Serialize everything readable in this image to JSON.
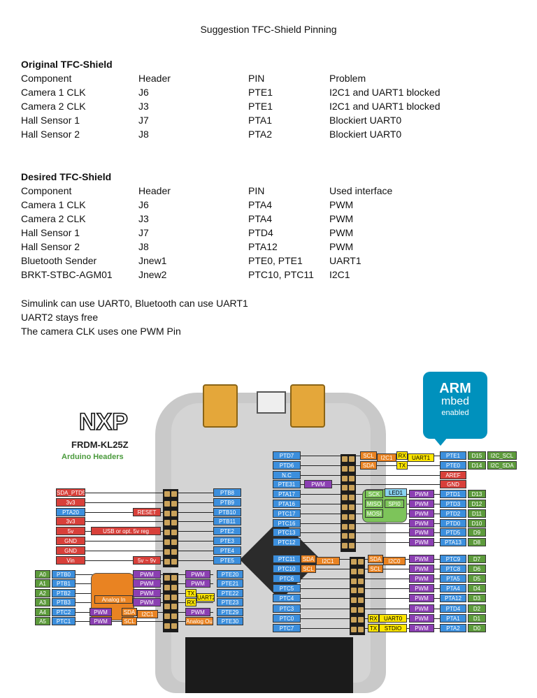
{
  "title": "Suggestion TFC-Shield Pinning",
  "original": {
    "heading": "Original TFC-Shield",
    "columns": [
      "Component",
      "Header",
      "PIN",
      "Problem"
    ],
    "rows": [
      [
        "Camera 1 CLK",
        "J6",
        "PTE1",
        "I2C1 and UART1 blocked"
      ],
      [
        "Camera 2 CLK",
        "J3",
        "PTE1",
        "I2C1 and UART1 blocked"
      ],
      [
        "Hall Sensor 1",
        "J7",
        "PTA1",
        "Blockiert UART0"
      ],
      [
        "Hall Sensor 2",
        "J8",
        "PTA2",
        "Blockiert UART0"
      ]
    ]
  },
  "desired": {
    "heading": "Desired TFC-Shield",
    "columns": [
      "Component",
      "Header",
      "PIN",
      "Used interface"
    ],
    "rows": [
      [
        "Camera 1 CLK",
        "J6",
        "PTA4",
        "PWM"
      ],
      [
        "Camera 2 CLK",
        "J3",
        "PTA4",
        "PWM"
      ],
      [
        "Hall Sensor 1",
        "J7",
        "PTD4",
        "PWM"
      ],
      [
        "Hall Sensor 2",
        "J8",
        "PTA12",
        "PWM"
      ],
      [
        "Bluetooth Sender",
        "Jnew1",
        "PTE0, PTE1",
        "UART1"
      ],
      [
        "BRKT-STBC-AGM01",
        "Jnew2",
        "PTC10, PTC11",
        "I2C1"
      ]
    ]
  },
  "notes": [
    "Simulink can use UART0, Bluetooth can use UART1",
    "UART2 stays free",
    "The camera CLK uses one PWM Pin"
  ],
  "figure": {
    "brand": "NXP",
    "board_name": "FRDM-KL25Z",
    "subtitle": "Arduino Headers",
    "arm_badge": [
      "ARM",
      "mbed",
      "enabled"
    ],
    "colors": {
      "pin": "#3c8fdd",
      "power": "#d8403a",
      "pwm": "#8b3fb2",
      "arduino": "#5d9b3c",
      "comm": "#e98322",
      "uart": "#ffe600"
    },
    "left_power": [
      "SDA_PTD5",
      "3v3",
      "PTA20",
      "3v3",
      "5v",
      "GND",
      "GND",
      "Vin"
    ],
    "left_power_notes": {
      "reset": "RESET",
      "usb": "USB or opt. 5v reg",
      "vin": "5v ~ 9v"
    },
    "analog_pins": [
      "A0",
      "A1",
      "A2",
      "A3",
      "A4",
      "A5"
    ],
    "analog_ports": [
      "PTB0",
      "PTB1",
      "PTB2",
      "PTB3",
      "PTC2",
      "PTC1"
    ],
    "analog_in": "Analog In",
    "pwm": "PWM",
    "sda": "SDA",
    "scl": "SCL",
    "i2c1": "I2C1",
    "i2c0": "I2C0",
    "tx": "TX",
    "rx": "RX",
    "uart2": "UART2",
    "inner_left": [
      "PTB8",
      "PTB9",
      "PTB10",
      "PTB11",
      "PTE2",
      "PTE3",
      "PTE4",
      "PTE5",
      "PTE20",
      "PTE21",
      "PTE22",
      "PTE23",
      "PTE29",
      "PTE30"
    ],
    "analog_out": "Analog Out",
    "inner_right_top": [
      "PTD7",
      "PTD6",
      "N.C",
      "PTE31",
      "PTA17",
      "PTA16",
      "PTC17",
      "PTC16",
      "PTC13",
      "PTC12"
    ],
    "inner_right_bottom": [
      "PTC11",
      "PTC10",
      "PTC6",
      "PTC5",
      "PTC4",
      "PTC3",
      "PTC0",
      "PTC7"
    ],
    "right_top_ports": [
      "PTE1",
      "PTE0",
      "AREF",
      "GND",
      "PTD1",
      "PTD3",
      "PTD2",
      "PTD0",
      "PTD5",
      "PTA13"
    ],
    "right_top_ard": [
      "D15",
      "D14",
      "",
      "",
      "D13",
      "D12",
      "D11",
      "D10",
      "D9",
      "D8"
    ],
    "i2c_labels": [
      "I2C_SCL",
      "I2C_SDA"
    ],
    "uart1": "UART1",
    "spi": {
      "sck": "SCK",
      "miso": "MISO",
      "mosi": "MOSI",
      "spi0": "SPI0",
      "led": "LED1"
    },
    "right_bottom_ports": [
      "PTC9",
      "PTC8",
      "PTA5",
      "PTA4",
      "PTA12",
      "PTD4",
      "PTA1",
      "PTA2"
    ],
    "right_bottom_ard": [
      "D7",
      "D6",
      "D5",
      "D4",
      "D3",
      "D2",
      "D1",
      "D0"
    ],
    "uart0": "UART0",
    "stdio": "STDIO"
  }
}
